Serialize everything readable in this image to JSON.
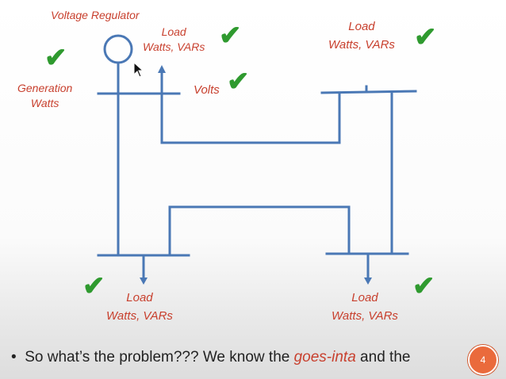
{
  "labels": {
    "voltage_regulator": "Voltage Regulator",
    "generation_line1": "Generation",
    "generation_line2": "Watts",
    "load_top_left_line1": "Load",
    "load_top_left_line2": "Watts, VARs",
    "volts": "Volts",
    "load_top_right_line1": "Load",
    "load_top_right_line2": "Watts, VARs",
    "load_bottom_left_line1": "Load",
    "load_bottom_left_line2": "Watts, VARs",
    "load_bottom_right_line1": "Load",
    "load_bottom_right_line2": "Watts, VARs"
  },
  "check_glyph": "✔",
  "bullet": {
    "marker": "•",
    "text_before": "So what’s the problem??? We know the ",
    "highlight": "goes-inta",
    "text_after": " and the"
  },
  "page_number": "4",
  "colors": {
    "line": "#4a78b5",
    "label": "#c8402e",
    "check": "#2f9a2f",
    "badge": "#ea6a3c"
  }
}
